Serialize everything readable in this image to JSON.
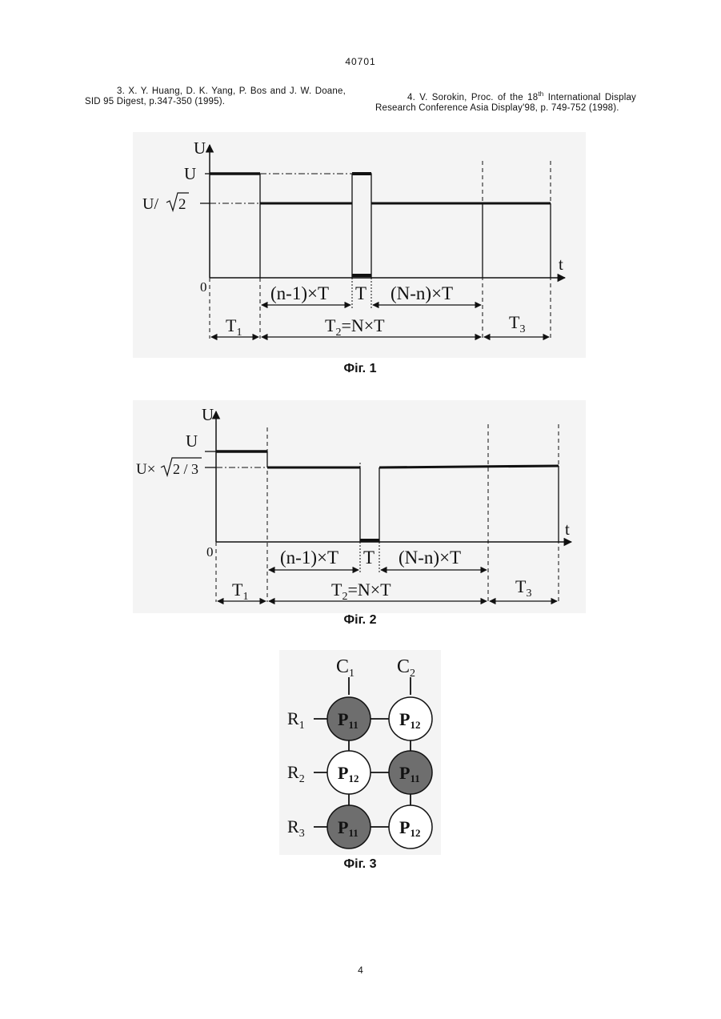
{
  "header": {
    "doc_number": "40701"
  },
  "references": [
    {
      "text": "3. X. Y. Huang, D. K. Yang, P. Bos and J. W. Doane, SID 95 Digest, p.347-350 (1995)."
    },
    {
      "text_before": "4. V. Sorokin, Proc. of the 18",
      "sup": "th",
      "text_after": " International Display Research Conference Asia Display'98, p. 749-752 (1998)."
    }
  ],
  "fig1": {
    "caption": "Фіг. 1",
    "labels": {
      "y_axis": "U",
      "x_axis": "t",
      "origin": "0",
      "u_level": "U",
      "u_rms": "U/",
      "u_rms_root": "2",
      "seg1": "(n-1)×T",
      "seg2": "T",
      "seg3": "(N-n)×T",
      "t1": "T",
      "t1_sub": "1",
      "t2": "T",
      "t2_sub": "2",
      "t2_tail": "=N×T",
      "t3": "T",
      "t3_sub": "3"
    }
  },
  "fig2": {
    "caption": "Фіг. 2",
    "labels": {
      "y_axis": "U",
      "x_axis": "t",
      "origin": "0",
      "u_level": "U",
      "u_rms": "U×",
      "u_rms_root": "2 / 3",
      "seg1": "(n-1)×T",
      "seg2": "T",
      "seg3": "(N-n)×T",
      "t1": "T",
      "t1_sub": "1",
      "t2": "T",
      "t2_sub": "2",
      "t2_tail": "=N×T",
      "t3": "T",
      "t3_sub": "3"
    }
  },
  "fig3": {
    "caption": "Фіг. 3",
    "columns": [
      {
        "label": "C",
        "sub": "1"
      },
      {
        "label": "C",
        "sub": "2"
      }
    ],
    "rows": [
      {
        "label": "R",
        "sub": "1"
      },
      {
        "label": "R",
        "sub": "2"
      },
      {
        "label": "R",
        "sub": "3"
      }
    ],
    "pixels": [
      [
        {
          "label": "P",
          "sub": "11",
          "dark": true
        },
        {
          "label": "P",
          "sub": "12",
          "dark": false
        }
      ],
      [
        {
          "label": "P",
          "sub": "12",
          "dark": false
        },
        {
          "label": "P",
          "sub": "11",
          "dark": true
        }
      ],
      [
        {
          "label": "P",
          "sub": "11",
          "dark": true
        },
        {
          "label": "P",
          "sub": "12",
          "dark": false
        }
      ]
    ],
    "dark_fill": "#6e6e6e"
  },
  "footer": {
    "page_number": "4"
  }
}
